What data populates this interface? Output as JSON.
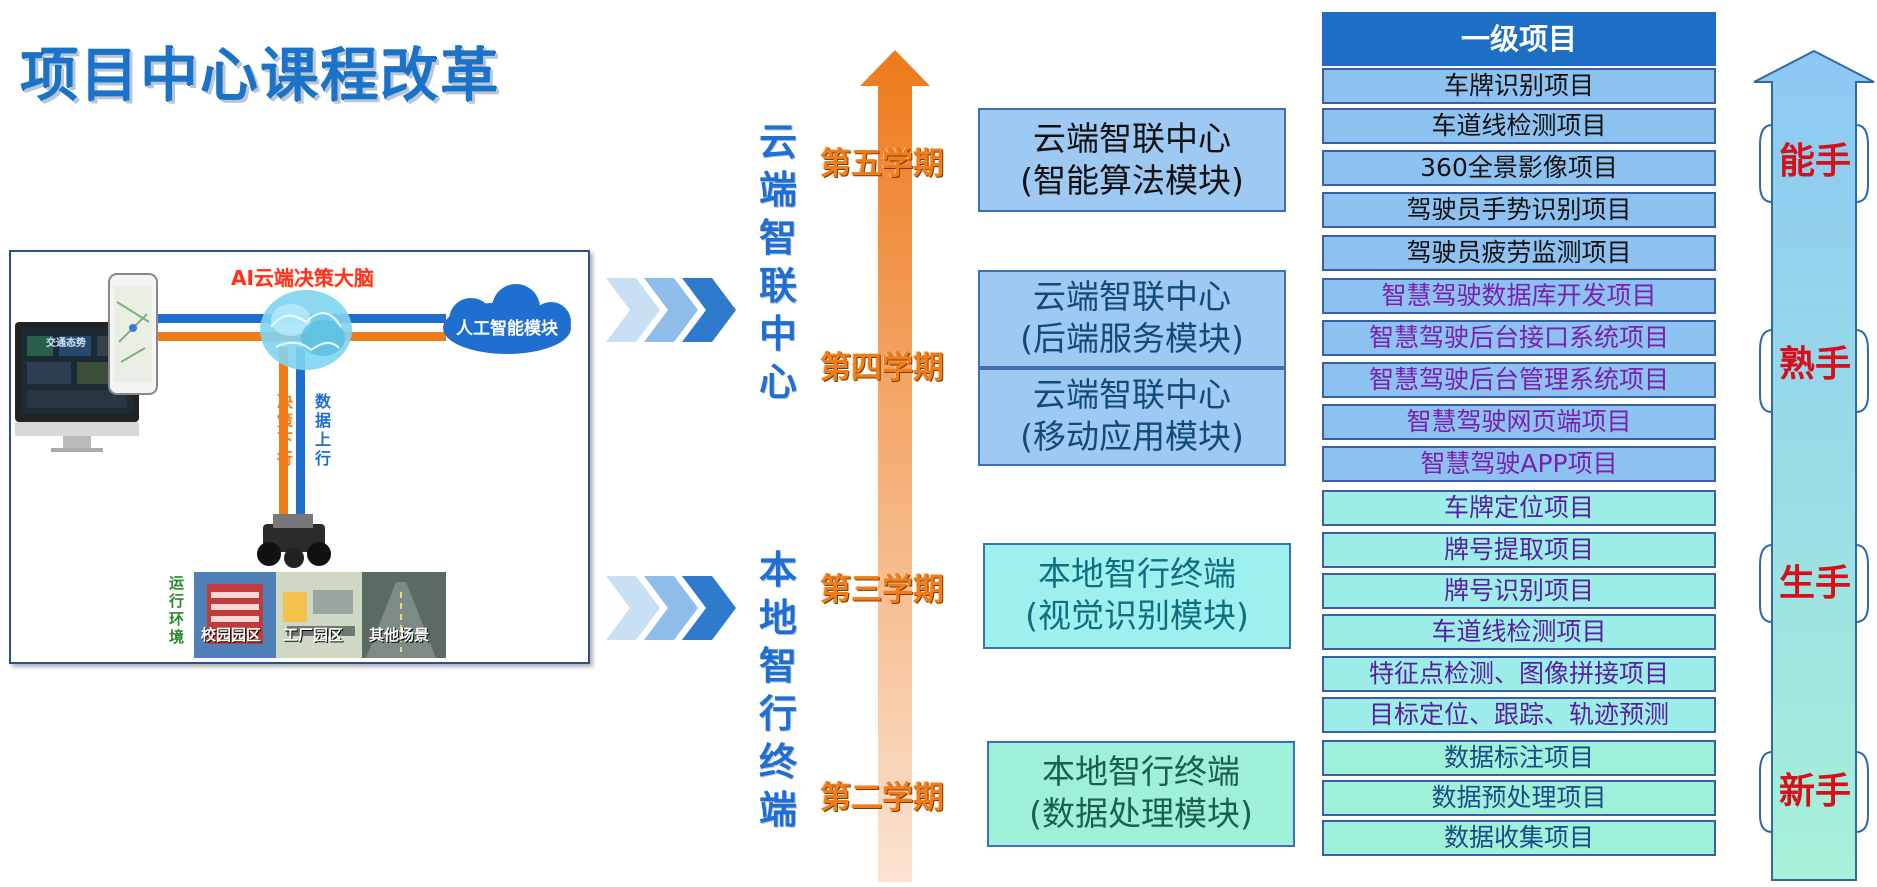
{
  "title": "项目中心课程改革",
  "diagram": {
    "brain_label": "AI云端决策大脑",
    "cloud_label": "人工智能模块",
    "down_label": "决策下行",
    "up_label": "数据上行",
    "env_label": "运行环境",
    "scenes": [
      "校园园区",
      "工厂园区",
      "其他场景"
    ],
    "screen_label": "交通态势"
  },
  "groups": {
    "cloud": "云端智联中心",
    "local": "本地智行终端"
  },
  "semesters": [
    "第五学期",
    "第四学期",
    "第三学期",
    "第二学期"
  ],
  "modules": [
    {
      "l1": "云端智联中心",
      "l2": "(智能算法模块)"
    },
    {
      "l1": "云端智联中心",
      "l2": "(后端服务模块)"
    },
    {
      "l1": "云端智联中心",
      "l2": "(移动应用模块)"
    },
    {
      "l1": "本地智行终端",
      "l2": "(视觉识别模块)"
    },
    {
      "l1": "本地智行终端",
      "l2": "(数据处理模块)"
    }
  ],
  "project_header": "一级项目",
  "projects": [
    "车牌识别项目",
    "车道线检测项目",
    "360全景影像项目",
    "驾驶员手势识别项目",
    "驾驶员疲劳监测项目",
    "智慧驾驶数据库开发项目",
    "智慧驾驶后台接口系统项目",
    "智慧驾驶后台管理系统项目",
    "智慧驾驶网页端项目",
    "智慧驾驶APP项目",
    "车牌定位项目",
    "牌号提取项目",
    "牌号识别项目",
    "车道线检测项目",
    "特征点检测、图像拼接项目",
    "目标定位、跟踪、轨迹预测",
    "数据标注项目",
    "数据预处理项目",
    "数据收集项目"
  ],
  "levels": [
    "能手",
    "熟手",
    "生手",
    "新手"
  ],
  "colors": {
    "title": "#1a73c9",
    "semester": "#f07d1a",
    "level": "#d6101a",
    "project_header": "#1c6fc4",
    "cloud_module": "#9ec9f2",
    "local_module": "#9ef0ee",
    "data_module": "#9ff0d8"
  }
}
